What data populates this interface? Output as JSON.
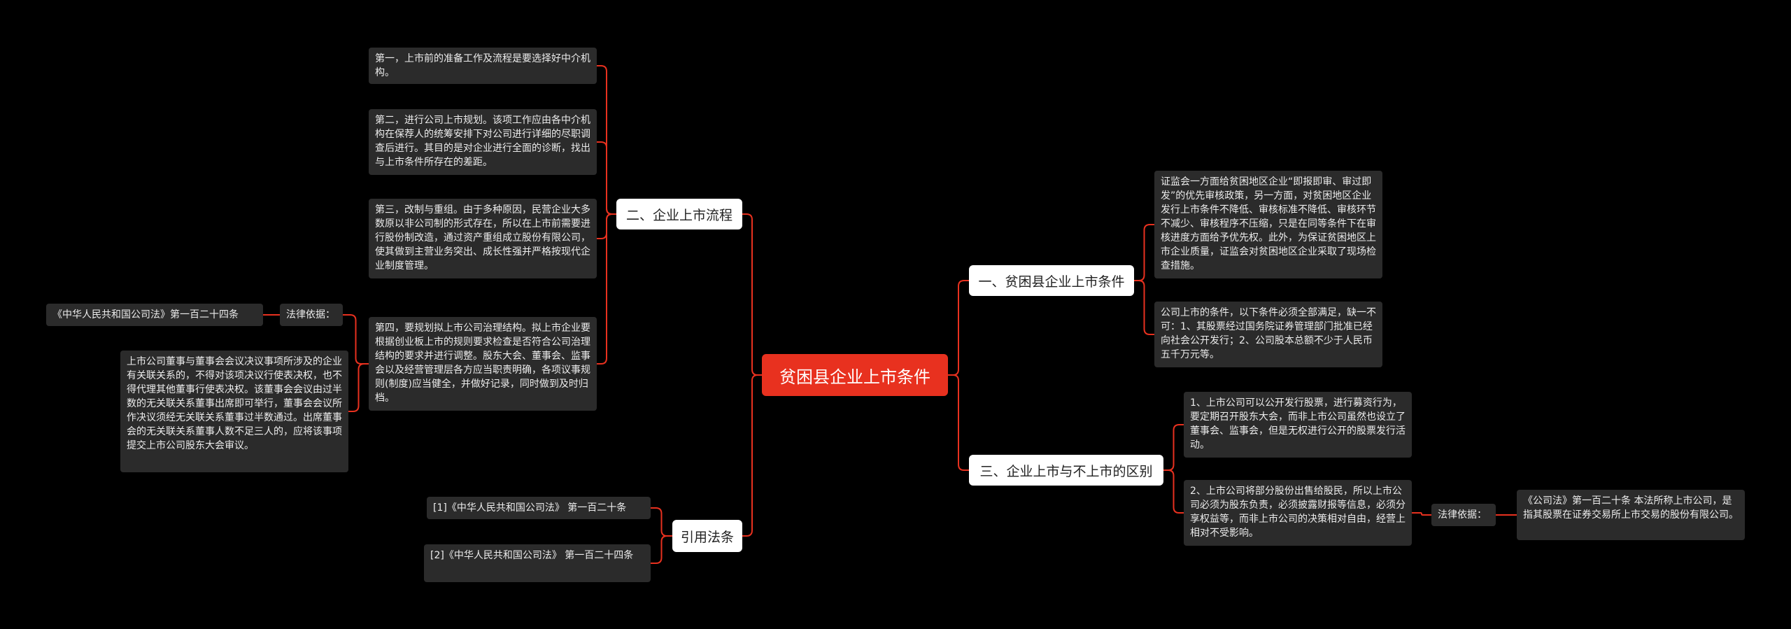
{
  "mindmap": {
    "root": {
      "label": "贫困县企业上市条件"
    },
    "line_color": "#e8311f",
    "branch1": {
      "label": "一、贫困县企业上市条件",
      "leaves": [
        "证监会一方面给贫困地区企业“即报即审、审过即发”的优先审核政策，另一方面，对贫困地区企业发行上市条件不降低、审核标准不降低、审核环节不减少、审核程序不压缩，只是在同等条件下在审核进度方面给予优先权。此外，为保证贫困地区上市企业质量，证监会对贫困地区企业采取了现场检查措施。",
        "公司上市的条件，以下条件必须全部满足，缺一不可：1、其股票经过国务院证券管理部门批准已经向社会公开发行；2、公司股本总额不少于人民币五千万元等。"
      ]
    },
    "branch2": {
      "label": "二、企业上市流程",
      "leaves": [
        "第一，上市前的准备工作及流程是要选择好中介机构。",
        "第二，进行公司上市规划。该项工作应由各中介机构在保荐人的统筹安排下对公司进行详细的尽职调查后进行。其目的是对企业进行全面的诊断，找出与上市条件所存在的差距。",
        "第三，改制与重组。由于多种原因，民营企业大多数原以非公司制的形式存在，所以在上市前需要进行股份制改造，通过资产重组成立股份有限公司，使其做到主营业务突出、成长性强并严格按现代企业制度管理。",
        "第四，要规划拟上市公司治理结构。拟上市企业要根据创业板上市的规则要求检查是否符合公司治理结构的要求并进行调整。股东大会、董事会、监事会以及经营管理层各方应当职责明确，各项议事规则(制度)应当健全，并做好记录，同时做到及时归档。"
      ],
      "law_label": "法律依据：",
      "law_ref": "《中华人民共和国公司法》第一百二十四条",
      "law_text": "上市公司董事与董事会会议决议事项所涉及的企业有关联关系的，不得对该项决议行使表决权，也不得代理其他董事行使表决权。该董事会会议由过半数的无关联关系董事出席即可举行，董事会会议所作决议须经无关联关系董事过半数通过。出席董事会的无关联关系董事人数不足三人的，应将该事项提交上市公司股东大会审议。"
    },
    "branch3": {
      "label": "三、企业上市与不上市的区别",
      "leaves": [
        "1、上市公司可以公开发行股票，进行募资行为，要定期召开股东大会，而非上市公司虽然也设立了董事会、监事会，但是无权进行公开的股票发行活动。",
        "2、上市公司将部分股份出售给股民，所以上市公司必须为股东负责，必须披露财报等信息，必须分享权益等，而非上市公司的决策相对自由，经营上相对不受影响。"
      ],
      "law_label": "法律依据：",
      "law_text": "《公司法》第一百二十条 本法所称上市公司，是指其股票在证券交易所上市交易的股份有限公司。"
    },
    "branch4": {
      "label": "引用法条",
      "leaves": [
        "[1]《中华人民共和国公司法》 第一百二十条",
        "[2]《中华人民共和国公司法》 第一百二十四条"
      ]
    }
  }
}
